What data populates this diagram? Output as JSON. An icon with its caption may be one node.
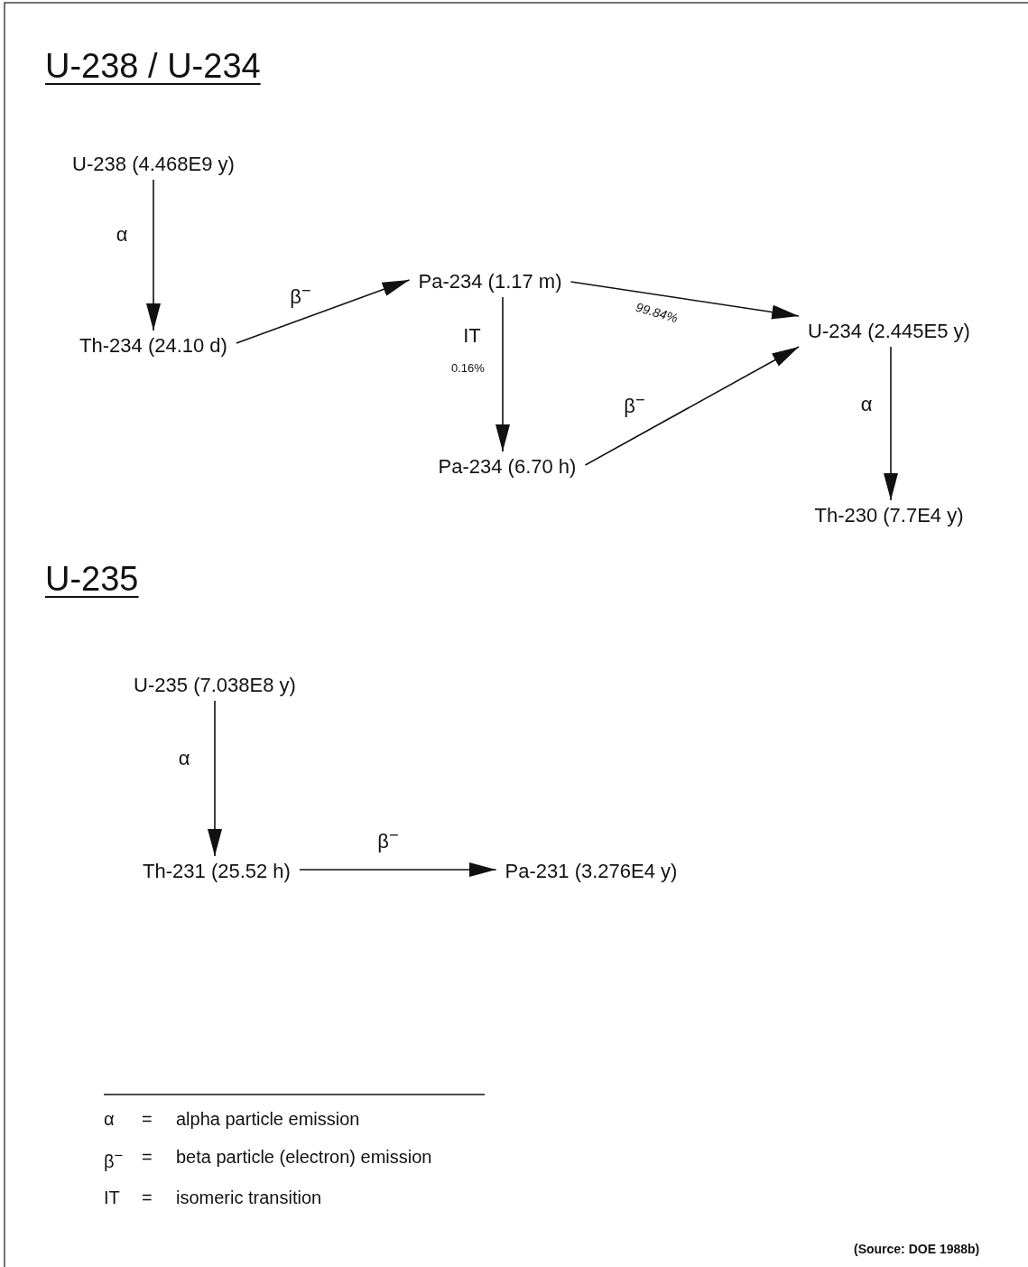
{
  "diagram": {
    "nodes": [
      {
        "text": [
          "U-238 (4.468E9 y)"
        ]
      },
      {
        "text": [
          "Th-234 (24.10 d)"
        ]
      },
      {
        "text": [
          "Pa-234 (1.17 m)"
        ]
      },
      {
        "text": [
          "U-234 (2.445E5 y)"
        ]
      },
      {
        "text": [
          "Pa-234 (6.70 h)"
        ]
      },
      {
        "text": [
          "Th-230 (7.7E4 y)"
        ]
      },
      {
        "text": [
          "U-235 (7.038E8 y)"
        ]
      },
      {
        "text": [
          "Th-231 (25.52 h)"
        ]
      },
      {
        "text": [
          "Pa-231 (3.276E4 y)"
        ]
      }
    ],
    "edges": [
      {
        "from": 0,
        "to": 1,
        "arrow": "to",
        "label": "α"
      },
      {
        "from": 1,
        "to": 2,
        "arrow": "to",
        "label": "β$^{−}$"
      },
      {
        "from": 2,
        "to": 4,
        "arrow": "to",
        "label": "IT"
      },
      {
        "from": 2,
        "to": 3,
        "arrow": "to",
        "label": "99.84%"
      },
      {
        "from": 4,
        "to": 3,
        "arrow": "to",
        "label": "β$^{−}$"
      },
      {
        "from": 3,
        "to": 5,
        "arrow": "to",
        "label": "α"
      },
      {
        "from": 6,
        "to": 7,
        "arrow": "to",
        "label": "α"
      },
      {
        "from": 7,
        "to": 8,
        "arrow": "to",
        "label": "β$^{−}$"
      }
    ],
    "labels": [
      "U-238 / U-234",
      "0.16%",
      "U-235",
      "α",
      "=",
      "alpha particle emission",
      "β$^{−}$",
      "=",
      "beta particle (electron) emission",
      "IT",
      "=",
      "isomeric transition",
      "(Source: DOE 1988b)"
    ]
  }
}
